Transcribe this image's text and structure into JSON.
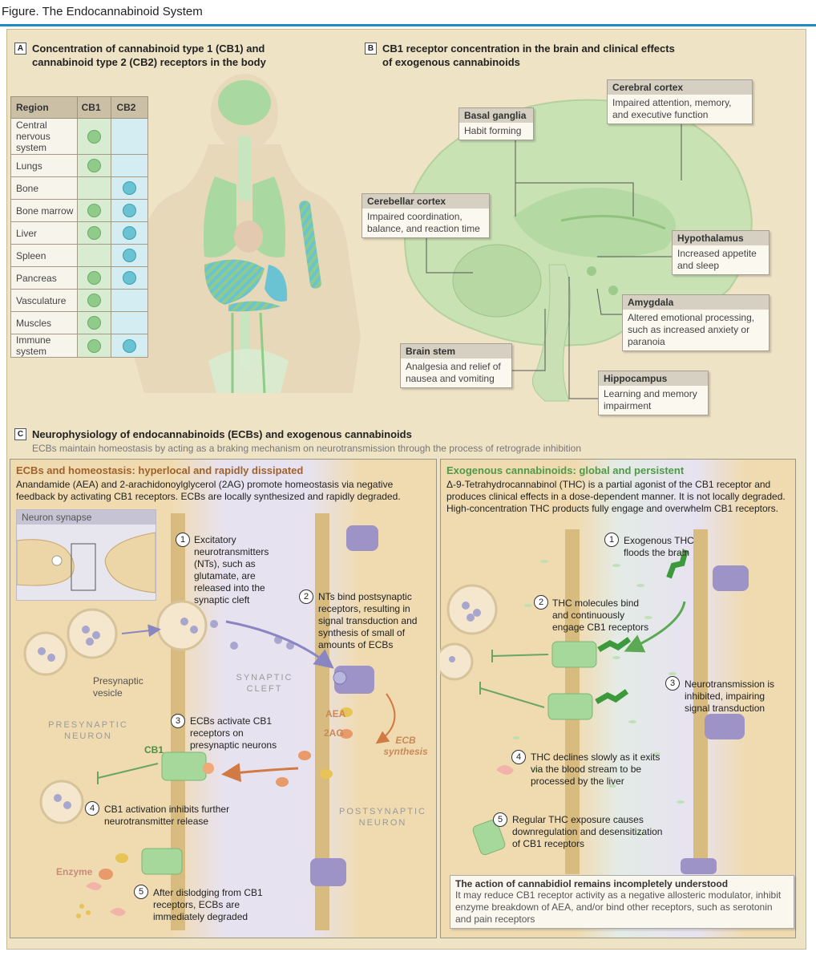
{
  "figure_title": "Figure. The Endocannabinoid System",
  "panel_a": {
    "letter": "A",
    "title_line1": "Concentration of cannabinoid type 1 (CB1) and",
    "title_line2": "cannabinoid type 2 (CB2) receptors in the body",
    "table": {
      "headers": [
        "Region",
        "CB1",
        "CB2"
      ],
      "rows": [
        {
          "region": "Central nervous system",
          "cb1": true,
          "cb2": false
        },
        {
          "region": "Lungs",
          "cb1": true,
          "cb2": false
        },
        {
          "region": "Bone",
          "cb1": false,
          "cb2": true
        },
        {
          "region": "Bone marrow",
          "cb1": true,
          "cb2": true
        },
        {
          "region": "Liver",
          "cb1": true,
          "cb2": true
        },
        {
          "region": "Spleen",
          "cb1": false,
          "cb2": true
        },
        {
          "region": "Pancreas",
          "cb1": true,
          "cb2": true
        },
        {
          "region": "Vasculature",
          "cb1": true,
          "cb2": false
        },
        {
          "region": "Muscles",
          "cb1": true,
          "cb2": false
        },
        {
          "region": "Immune system",
          "cb1": true,
          "cb2": true
        }
      ]
    },
    "colors": {
      "cb1": "#8fcb89",
      "cb2": "#6ac3d3"
    }
  },
  "panel_b": {
    "letter": "B",
    "title_line1": "CB1 receptor concentration in the brain and clinical effects",
    "title_line2": "of exogenous cannabinoids",
    "callouts": {
      "cerebral_cortex": {
        "title": "Cerebral cortex",
        "body": "Impaired attention, memory, and executive function"
      },
      "basal_ganglia": {
        "title": "Basal ganglia",
        "body": "Habit forming"
      },
      "cerebellar_cortex": {
        "title": "Cerebellar cortex",
        "body": "Impaired coordination, balance, and reaction time"
      },
      "hypothalamus": {
        "title": "Hypothalamus",
        "body": "Increased appetite and sleep"
      },
      "amygdala": {
        "title": "Amygdala",
        "body": "Altered emotional processing, such as increased anxiety or paranoia"
      },
      "brain_stem": {
        "title": "Brain stem",
        "body": "Analgesia and relief of nausea and vomiting"
      },
      "hippocampus": {
        "title": "Hippocampus",
        "body": "Learning and memory impairment"
      }
    }
  },
  "panel_c": {
    "letter": "C",
    "title": "Neurophysiology of endocannabinoids (ECBs) and exogenous cannabinoids",
    "subtitle": "ECBs maintain homeostasis by acting as a braking mechanism on neurotransmission through the process of retrograde inhibition",
    "left": {
      "title": "ECBs and homeostasis: hyperlocal and rapidly dissipated",
      "intro": "Anandamide (AEA) and 2-arachidonoylglycerol (2AG) promote homeostasis via negative feedback by activating CB1 receptors. ECBs are locally synthesized and rapidly degraded.",
      "inset_label": "Neuron synapse",
      "labels": {
        "presynaptic_vesicle": "Presynaptic vesicle",
        "presynaptic_neuron": "PRESYNAPTIC NEURON",
        "synaptic_cleft": "SYNAPTIC CLEFT",
        "postsynaptic_neuron": "POSTSYNAPTIC NEURON",
        "cb1": "CB1",
        "aea": "AEA",
        "twoag": "2AG",
        "ecb_synthesis": "ECB synthesis",
        "enzyme": "Enzyme"
      },
      "steps": [
        {
          "n": "1",
          "text": "Excitatory neurotransmitters (NTs), such as glutamate, are released into the synaptic cleft"
        },
        {
          "n": "2",
          "text": "NTs bind postsynaptic receptors, resulting in signal transduction and synthesis of small of amounts of ECBs"
        },
        {
          "n": "3",
          "text": "ECBs activate CB1 receptors on presynaptic neurons"
        },
        {
          "n": "4",
          "text": "CB1 activation inhibits further neurotransmitter release"
        },
        {
          "n": "5",
          "text": "After dislodging from CB1 receptors, ECBs are immediately degraded"
        }
      ]
    },
    "right": {
      "title": "Exogenous cannabinoids: global and persistent",
      "intro": "Δ-9-Tetrahydrocannabinol (THC) is a partial agonist of the CB1 receptor and produces clinical effects in a dose-dependent manner. It is not locally degraded. High-concentration THC products fully engage and overwhelm CB1 receptors.",
      "steps": [
        {
          "n": "1",
          "text": "Exogenous THC floods the brain"
        },
        {
          "n": "2",
          "text": "THC molecules bind and continuously engage CB1 receptors"
        },
        {
          "n": "3",
          "text": "Neurotransmission is inhibited, impairing signal transduction"
        },
        {
          "n": "4",
          "text": "THC declines slowly as it exits via the blood stream to be processed by the liver"
        },
        {
          "n": "5",
          "text": "Regular THC exposure causes downregulation and desensitization of CB1 receptors"
        }
      ],
      "note_title": "The action of cannabidiol remains incompletely understood",
      "note_body": "It may reduce CB1 receptor activity as a negative allosteric modulator, inhibit enzyme breakdown of AEA, and/or bind other receptors, such as serotonin and pain receptors"
    }
  }
}
